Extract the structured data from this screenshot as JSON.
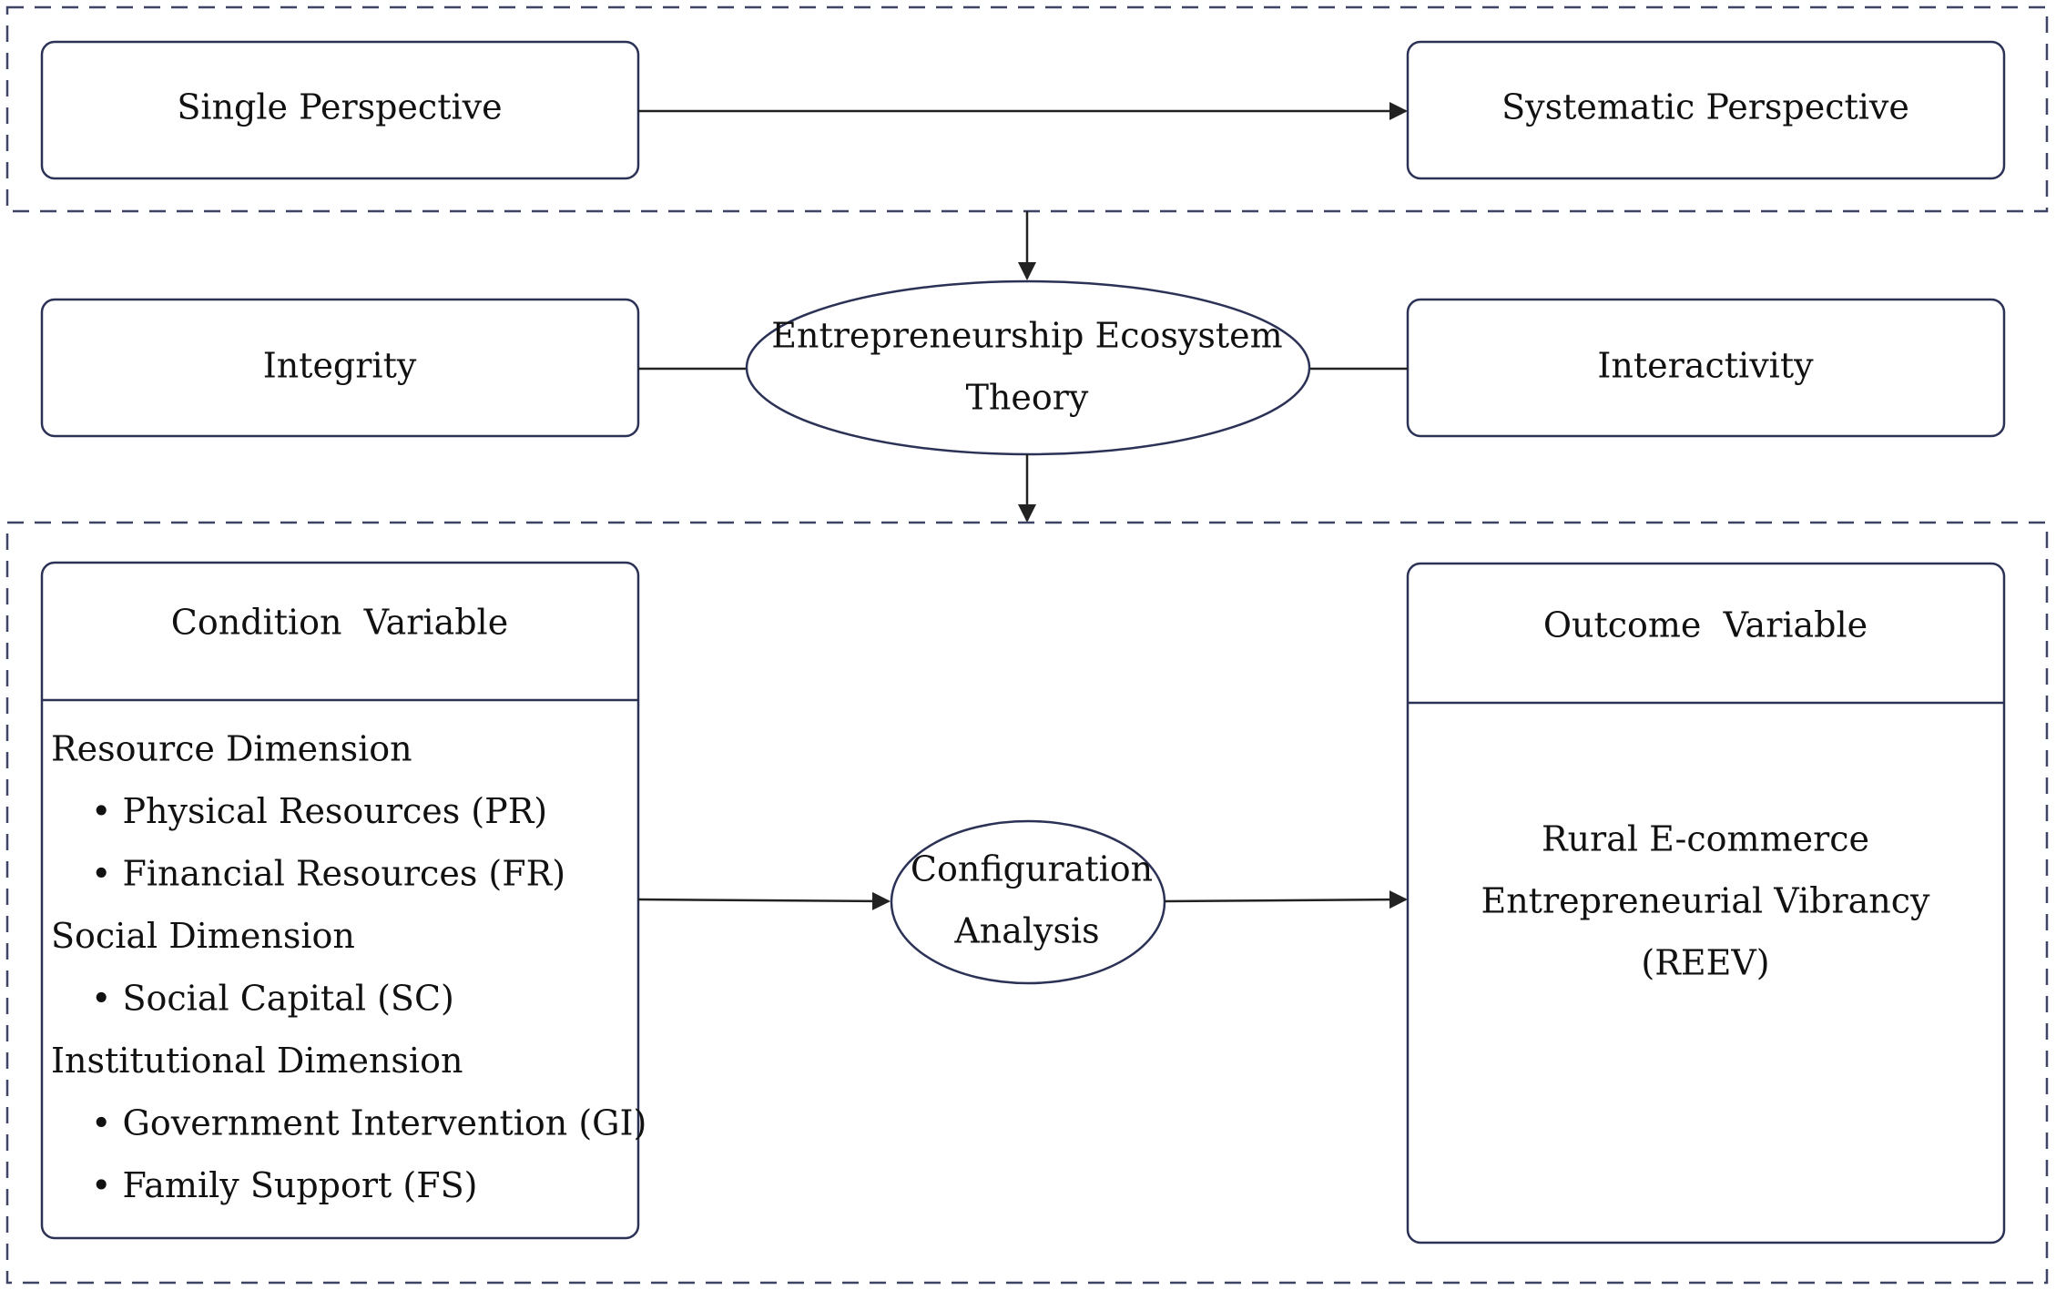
{
  "top": {
    "left_box": "Single Perspective",
    "right_box": "Systematic Perspective"
  },
  "middle": {
    "left_box": "Integrity",
    "theory_line1": "Entrepreneurship Ecosystem",
    "theory_line2": "Theory",
    "right_box": "Interactivity"
  },
  "condition": {
    "header": "Condition  Variable",
    "items": [
      {
        "text": "Resource Dimension",
        "bullet": false
      },
      {
        "text": "• Physical Resources (PR)",
        "bullet": true
      },
      {
        "text": "• Financial Resources (FR)",
        "bullet": true
      },
      {
        "text": "Social Dimension",
        "bullet": false
      },
      {
        "text": "• Social Capital (SC)",
        "bullet": true
      },
      {
        "text": "Institutional Dimension",
        "bullet": false
      },
      {
        "text": "• Government Intervention (GI)",
        "bullet": true
      },
      {
        "text": "• Family Support (FS)",
        "bullet": true
      }
    ]
  },
  "analysis": {
    "line1": "Configuration",
    "line2": "Analysis"
  },
  "outcome": {
    "header": "Outcome  Variable",
    "lines": [
      "Rural E-commerce",
      "Entrepreneurial Vibrancy",
      "(REEV)"
    ]
  }
}
